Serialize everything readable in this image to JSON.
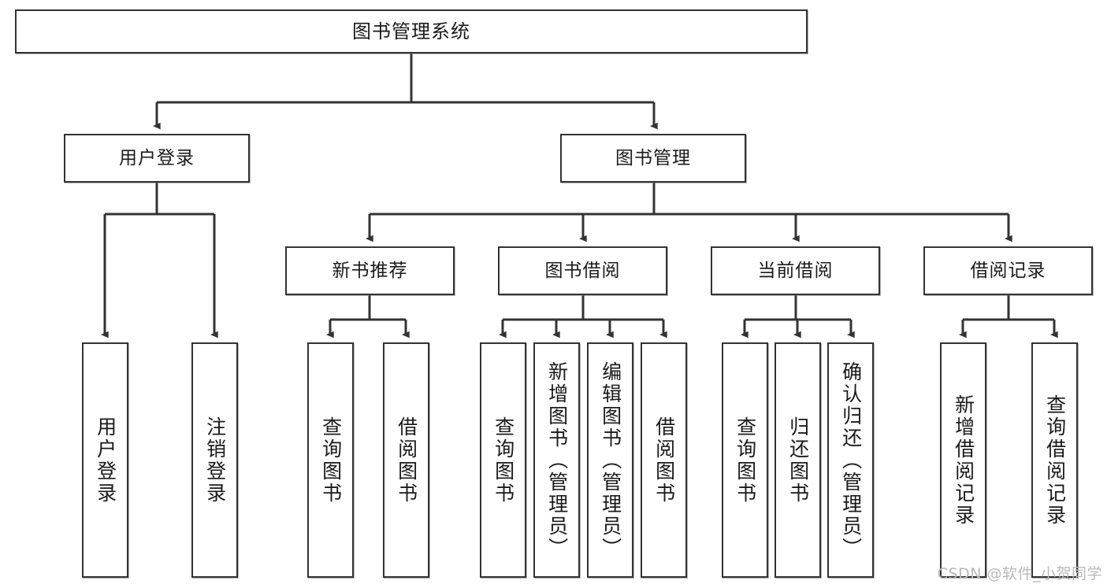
{
  "diagram": {
    "type": "tree",
    "title": "图书管理系统",
    "watermark": "CSDN @软件_小贺同学",
    "colors": {
      "box_border": "#333333",
      "box_fill": "#ffffff",
      "edge": "#333333",
      "text": "#1a1a1a",
      "watermark": "#b9b9b9"
    },
    "nodes": {
      "root": {
        "label": "图书管理系统",
        "orientation": "horizontal",
        "level": 1
      },
      "l2": [
        {
          "id": "user-login",
          "label": "用户登录",
          "orientation": "horizontal",
          "level": 2
        },
        {
          "id": "book-manage",
          "label": "图书管理",
          "orientation": "horizontal",
          "level": 2
        }
      ],
      "l3": [
        {
          "id": "new-book-rec",
          "label": "新书推荐",
          "orientation": "horizontal",
          "level": 3,
          "parent": "book-manage"
        },
        {
          "id": "book-borrow",
          "label": "图书借阅",
          "orientation": "horizontal",
          "level": 3,
          "parent": "book-manage"
        },
        {
          "id": "current-borrow",
          "label": "当前借阅",
          "orientation": "horizontal",
          "level": 3,
          "parent": "book-manage"
        },
        {
          "id": "borrow-record",
          "label": "借阅记录",
          "orientation": "horizontal",
          "level": 3,
          "parent": "book-manage"
        }
      ],
      "leaves": [
        {
          "id": "leaf-user-login",
          "label": "用户登录",
          "orientation": "vertical",
          "parent": "user-login"
        },
        {
          "id": "leaf-logout",
          "label": "注销登录",
          "orientation": "vertical",
          "parent": "user-login"
        },
        {
          "id": "leaf-query-book-1",
          "label": "查询图书",
          "orientation": "vertical",
          "parent": "new-book-rec"
        },
        {
          "id": "leaf-borrow-book-1",
          "label": "借阅图书",
          "orientation": "vertical",
          "parent": "new-book-rec"
        },
        {
          "id": "leaf-query-book-2",
          "label": "查询图书",
          "orientation": "vertical",
          "parent": "book-borrow"
        },
        {
          "id": "leaf-add-book",
          "label": "新增图书（管理员）",
          "orientation": "vertical",
          "parent": "book-borrow"
        },
        {
          "id": "leaf-edit-book",
          "label": "编辑图书（管理员）",
          "orientation": "vertical",
          "parent": "book-borrow"
        },
        {
          "id": "leaf-borrow-book-2",
          "label": "借阅图书",
          "orientation": "vertical",
          "parent": "book-borrow"
        },
        {
          "id": "leaf-query-book-3",
          "label": "查询图书",
          "orientation": "vertical",
          "parent": "current-borrow"
        },
        {
          "id": "leaf-return-book",
          "label": "归还图书",
          "orientation": "vertical",
          "parent": "current-borrow"
        },
        {
          "id": "leaf-confirm-return",
          "label": "确认归还（管理员）",
          "orientation": "vertical",
          "parent": "current-borrow"
        },
        {
          "id": "leaf-add-record",
          "label": "新增借阅记录",
          "orientation": "vertical",
          "parent": "borrow-record"
        },
        {
          "id": "leaf-query-record",
          "label": "查询借阅记录",
          "orientation": "vertical",
          "parent": "borrow-record"
        }
      ]
    }
  }
}
